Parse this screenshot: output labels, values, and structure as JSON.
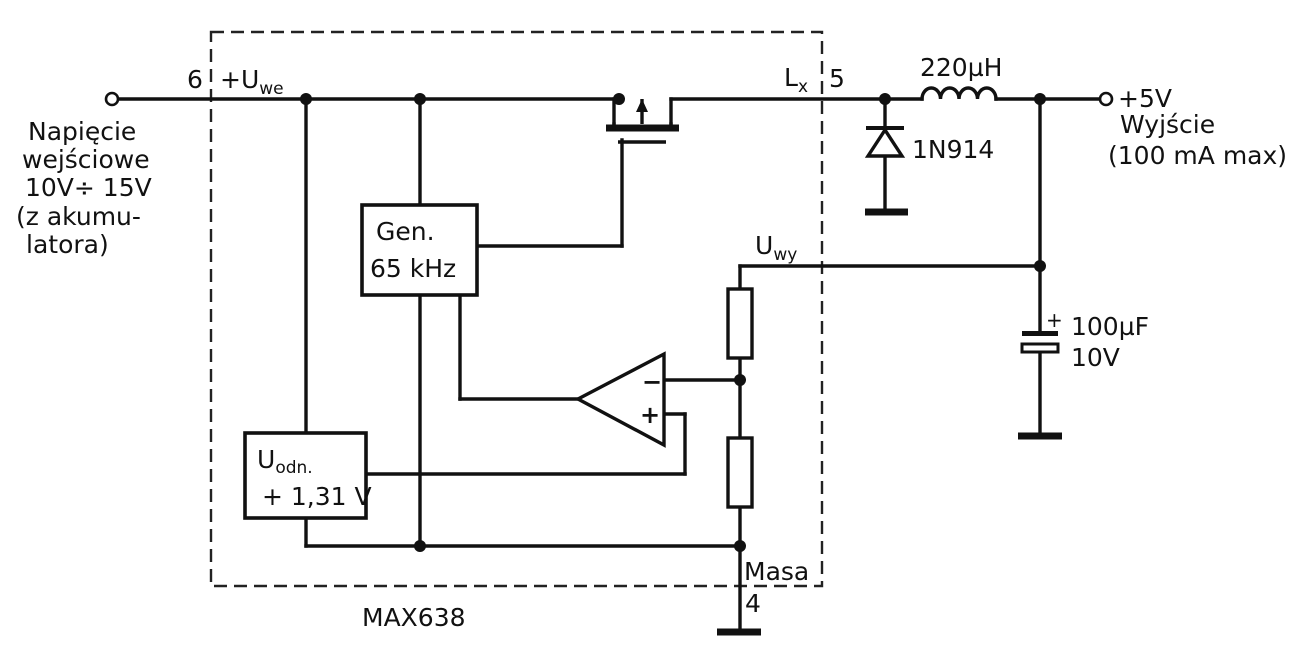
{
  "ic": {
    "name": "MAX638",
    "pin_input": "6",
    "pin_lx": "5",
    "pin_ground": "4",
    "input_label": "+U",
    "input_label_sub": "we",
    "lx_label": "L",
    "lx_label_sub": "x",
    "output_sense_label": "U",
    "output_sense_sub": "wy",
    "ground_label": "Masa"
  },
  "generator": {
    "line1": "Gen.",
    "line2": "65 kHz"
  },
  "reference": {
    "line1": "U",
    "line1_sub": "odn.",
    "line2": "+ 1,31 V"
  },
  "comparator": {
    "minus": "−",
    "plus": "+"
  },
  "input_desc": [
    "Napięcie",
    "wejściowe",
    "10V÷ 15V",
    "(z akumu-",
    "latora)"
  ],
  "inductor": {
    "label": "220µH"
  },
  "diode": {
    "label": "1N914"
  },
  "capacitor": {
    "plus": "+",
    "value": "100µF",
    "voltage": "10V"
  },
  "output": {
    "voltage": "+5V",
    "desc1": "Wyjście",
    "desc2": "(100 mA max)"
  }
}
